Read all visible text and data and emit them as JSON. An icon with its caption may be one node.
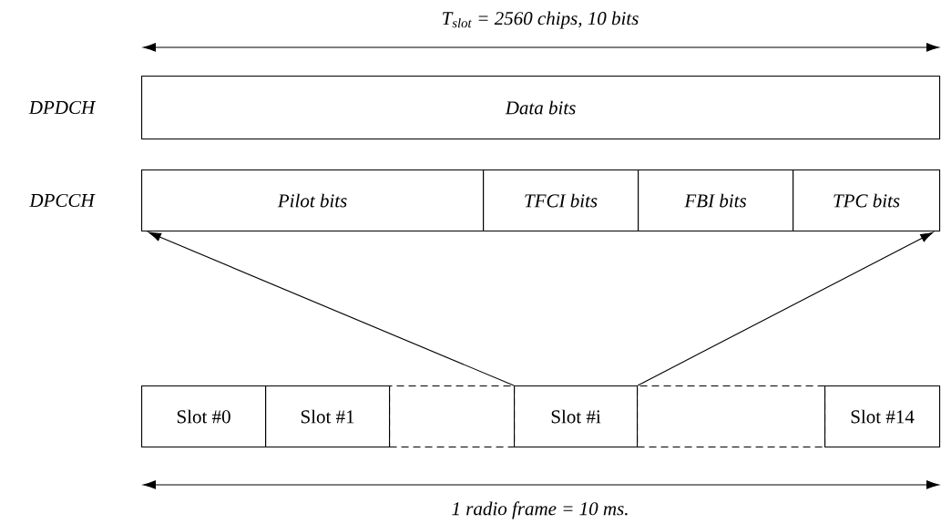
{
  "diagram": {
    "nodes": [
      {
        "text": [
          "Data bits"
        ]
      },
      {
        "text": [
          "Pilot bits"
        ]
      },
      {
        "text": [
          "TFCI bits"
        ]
      },
      {
        "text": [
          "FBI bits"
        ]
      },
      {
        "text": [
          "TPC bits"
        ]
      },
      {
        "text": [
          "Slot #0"
        ]
      },
      {
        "text": [
          "Slot #1"
        ]
      },
      {
        "text": [],
        "shape": "box"
      },
      {
        "text": [
          "Slot #i"
        ]
      },
      {
        "text": [],
        "shape": "box"
      },
      {
        "text": [
          "Slot #14"
        ]
      }
    ],
    "edges": [
      {
        "from": 8,
        "to": 1,
        "arrow": "to"
      },
      {
        "from": 8,
        "to": 4,
        "arrow": "to"
      }
    ],
    "labels": [
      "T$_{slot}$ = 2560 chips, 10 bits",
      "DPDCH",
      "DPCCH",
      "1 radio frame = 10 ms."
    ]
  }
}
